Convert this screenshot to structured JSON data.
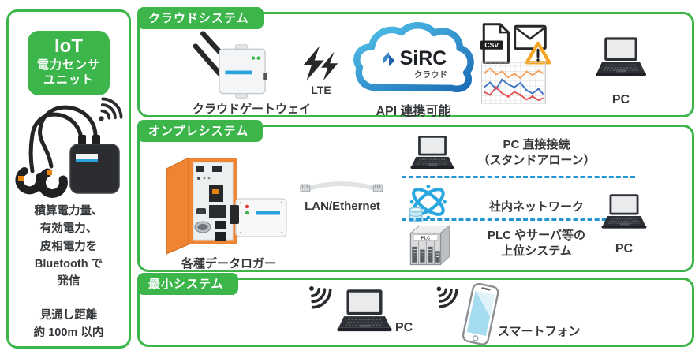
{
  "colors": {
    "accent_green": "#3cb54b",
    "text_dark": "#35383b",
    "divider_blue": "#2496d4",
    "cloud_blue_light": "#53c3ea",
    "cloud_blue_dark": "#1b6cb5",
    "logger_orange": "#ef8433",
    "warning_orange": "#f5a623",
    "phone_screen_blue": "#a5dcf0"
  },
  "sensor_panel": {
    "badge_line1": "IoT",
    "badge_line2": "電力センサ",
    "badge_line3": "ユニット",
    "description_lines": [
      "積算電力量、",
      "有効電力、",
      "皮相電力を",
      "Bluetooth で",
      "発信"
    ],
    "note_lines": [
      "見通し距離",
      "約 100m 以内"
    ]
  },
  "cloud_panel": {
    "title": "クラウドシステム",
    "gateway_label": "クラウドゲートウェイ",
    "lte_label": "LTE",
    "cloud_brand": "SiRC",
    "cloud_sub": "クラウド",
    "api_label": "API 連携可能",
    "csv_badge": "CSV",
    "pc_label": "PC"
  },
  "onprem_panel": {
    "title": "オンプレシステム",
    "logger_label": "各種データロガー",
    "lan_label": "LAN/Ethernet",
    "row1_line1": "PC 直接接続",
    "row1_line2": "（スタンドアローン）",
    "row2_line1": "社内ネットワーク",
    "row3_line1": "PLC やサーバ等の",
    "row3_line2": "上位システム",
    "plc_label": "PLC",
    "pc_label": "PC"
  },
  "minimal_panel": {
    "title": "最小システム",
    "pc_label": "PC",
    "smartphone_label": "スマートフォン"
  },
  "icons": {
    "wifi": "signal arcs + dot",
    "lightning": "double lightning bolts",
    "cloud": "blue outlined cloud",
    "csv_file": "document with CSV badge",
    "mail": "envelope outline",
    "warning": "orange triangle with exclamation",
    "chart": "line chart on grid",
    "laptop": "dark laptop, light screen",
    "smartphone": "tilted phone, blue screen",
    "network": "atom rings + database cylinder",
    "plc": "gray modular controller",
    "gateway": "white box with two antennas",
    "data_logger": "orange DIN device + white box",
    "lan_cable": "cable with RJ45 connectors"
  }
}
